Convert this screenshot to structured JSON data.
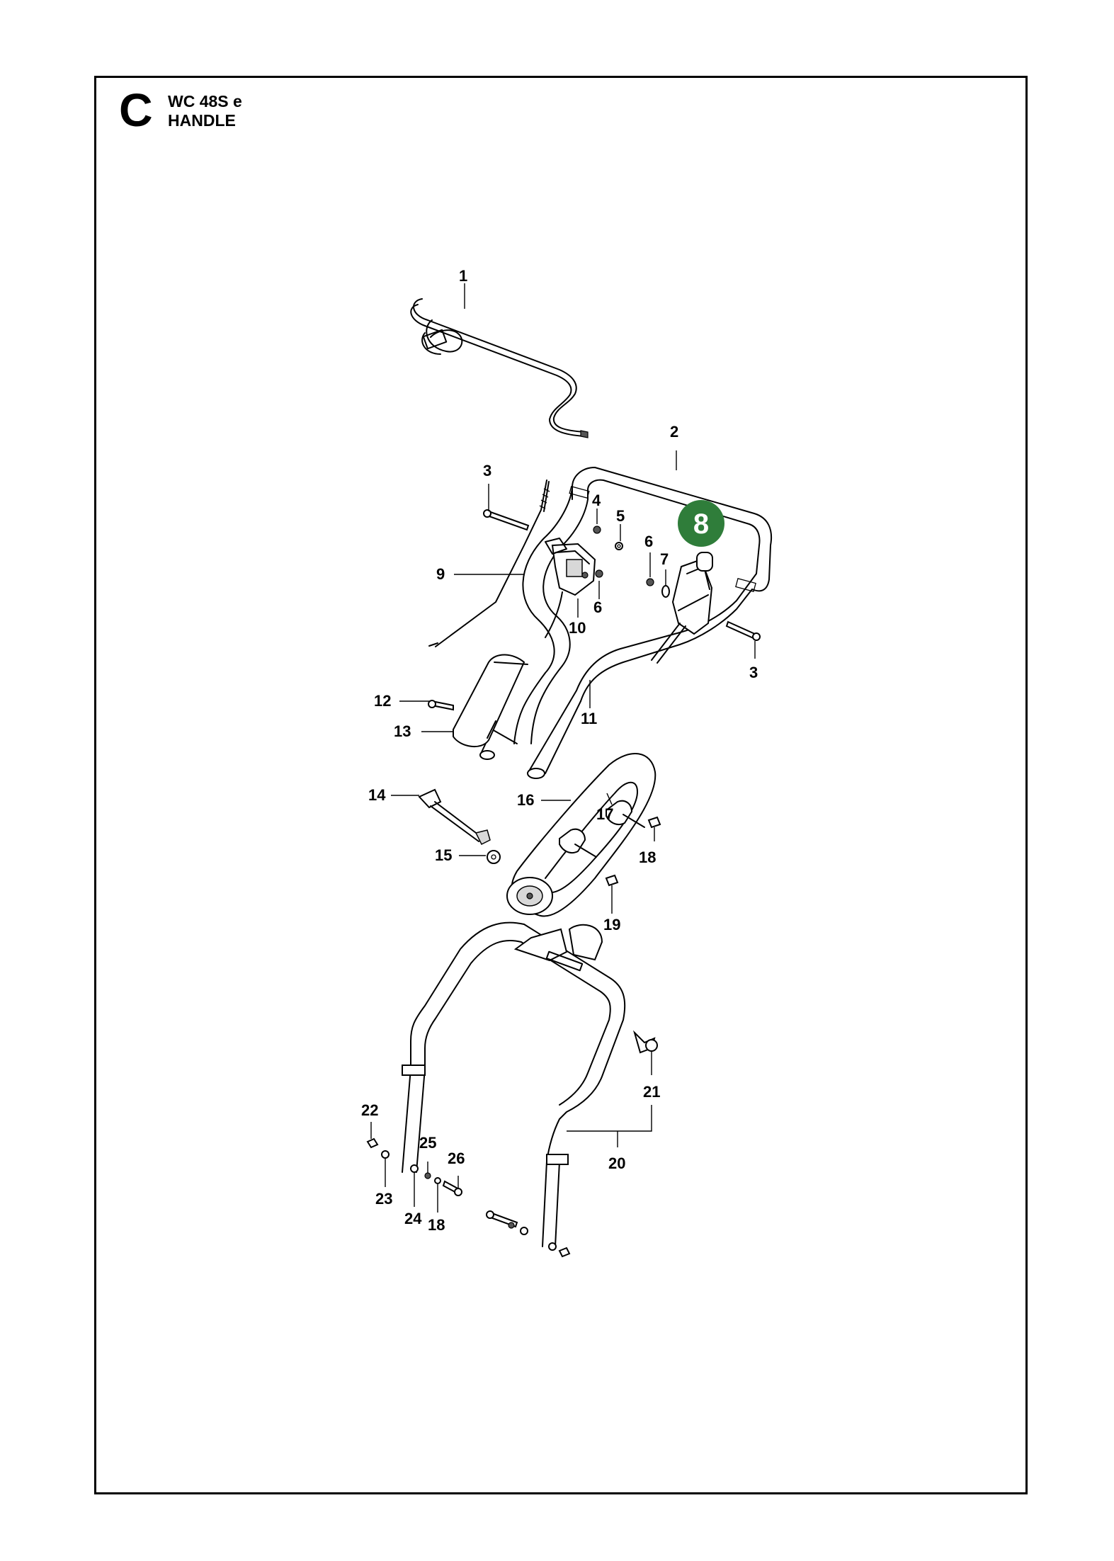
{
  "header": {
    "section_letter": "C",
    "model": "WC 48S e",
    "assembly": "HANDLE"
  },
  "highlight": {
    "label": "8",
    "color": "#2f7d3a"
  },
  "callouts": [
    "1",
    "2",
    "3",
    "4",
    "5",
    "6",
    "7",
    "9",
    "6",
    "10",
    "3",
    "11",
    "12",
    "13",
    "14",
    "16",
    "17",
    "18",
    "15",
    "19",
    "21",
    "22",
    "25",
    "26",
    "20",
    "23",
    "24",
    "18"
  ],
  "colors": {
    "line": "#000000",
    "background": "#ffffff"
  }
}
